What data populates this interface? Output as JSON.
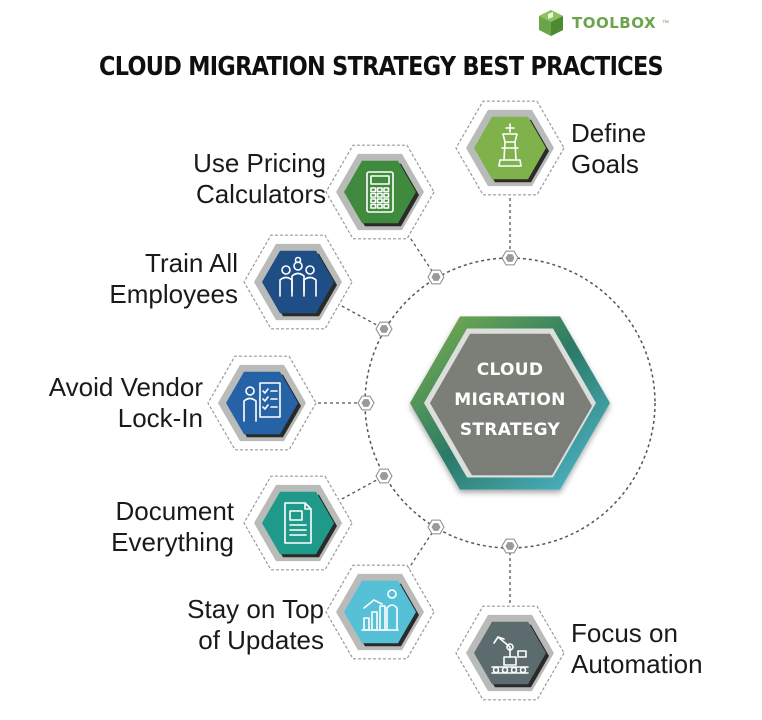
{
  "brand": {
    "name": "TOOLBOX",
    "mark": "™"
  },
  "title": "CLOUD MIGRATION STRATEGY BEST PRACTICES",
  "center": {
    "lines": [
      "CLOUD",
      "MIGRATION",
      "STRATEGY"
    ]
  },
  "practices": [
    {
      "lines": [
        "Define",
        "Goals"
      ],
      "icon": "chess-king-icon",
      "color": "#7fb24a"
    },
    {
      "lines": [
        "Use Pricing",
        "Calculators"
      ],
      "icon": "calculator-icon",
      "color": "#3f8a3c"
    },
    {
      "lines": [
        "Train All",
        "Employees"
      ],
      "icon": "team-icon",
      "color": "#1f4e86"
    },
    {
      "lines": [
        "Avoid Vendor",
        "Lock-In"
      ],
      "icon": "contract-checklist-icon",
      "color": "#2563a6"
    },
    {
      "lines": [
        "Document",
        "Everything"
      ],
      "icon": "document-icon",
      "color": "#1f9a8a"
    },
    {
      "lines": [
        "Stay on Top",
        "of Updates"
      ],
      "icon": "growth-chart-icon",
      "color": "#55c0d6"
    },
    {
      "lines": [
        "Focus on",
        "Automation"
      ],
      "icon": "robot-arm-icon",
      "color": "#5c6b6e"
    }
  ],
  "colors": {
    "accent": "#6aa54a",
    "hub": "#7b7f78",
    "ring": "#555555"
  }
}
